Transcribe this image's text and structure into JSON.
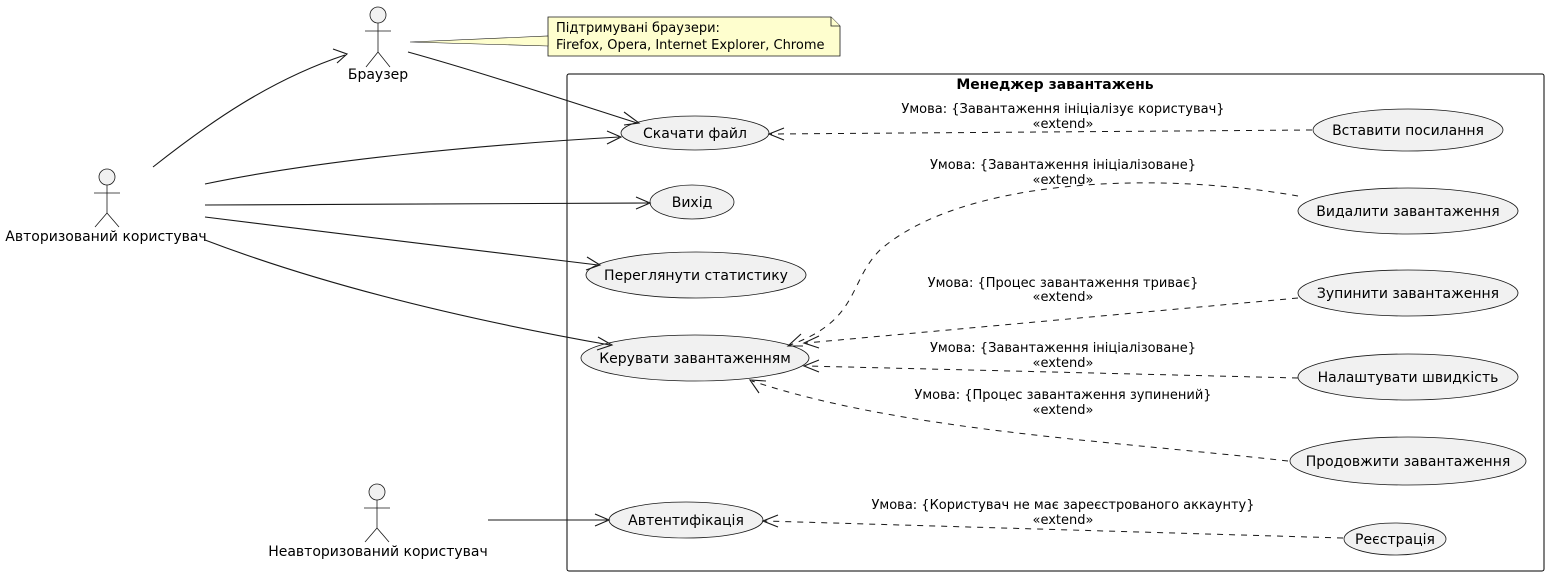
{
  "system": {
    "title": "Менеджер завантажень"
  },
  "actors": {
    "browser": "Браузер",
    "authorized": "Авторизований користувач",
    "unauthorized": "Неавторизований користувач"
  },
  "note": {
    "line1": "Підтримувані браузери:",
    "line2": "Firefox, Opera, Internet Explorer, Chrome"
  },
  "use_cases": {
    "download": "Скачати файл",
    "exit": "Вихід",
    "stats": "Переглянути статистику",
    "manage": "Керувати завантаженням",
    "auth": "Автентифікація",
    "paste": "Вставити посилання",
    "delete": "Видалити завантаження",
    "stop": "Зупинити завантаження",
    "speed": "Налаштувати швидкість",
    "resume": "Продовжити завантаження",
    "register": "Реєстрація"
  },
  "conditions": {
    "paste": "Умова: {Завантаження ініціалізує користувач}",
    "delete": "Умова: {Завантаження ініціалізоване}",
    "stop": "Умова: {Процес завантаження триває}",
    "speed": "Умова: {Завантаження ініціалізоване}",
    "resume": "Умова: {Процес завантаження зупинений}",
    "register": "Умова: {Користувач не має зареєстрованого аккаунту}"
  },
  "stereotype": "«extend»"
}
